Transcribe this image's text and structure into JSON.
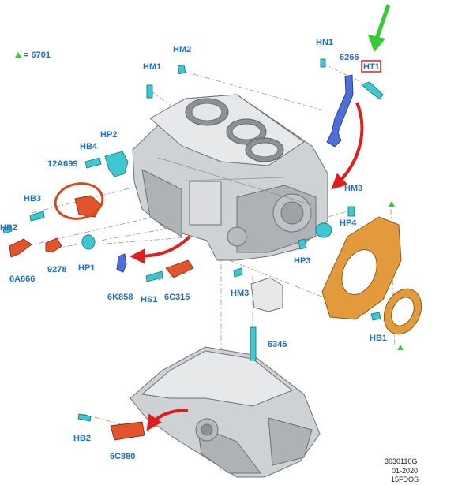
{
  "legend": {
    "marker": "triangle",
    "text": "= 6701",
    "color": "#33cc33"
  },
  "labels": {
    "hn1": "HN1",
    "p6266": "6266",
    "ht1": "HT1",
    "hm2": "HM2",
    "hm1": "HM1",
    "hp2": "HP2",
    "hb4": "HB4",
    "p12a699": "12A699",
    "hb3": "HB3",
    "hb2_top": "HB2",
    "p6a666": "6A666",
    "p9278": "9278",
    "hp1": "HP1",
    "p6k858": "6K858",
    "hs1": "HS1",
    "p6c315": "6C315",
    "hm3_left": "HM3",
    "hm3_right": "HM3",
    "hp4": "HP4",
    "hp3": "HP3",
    "p6345": "6345",
    "hb1": "HB1",
    "hb2_bottom": "HB2",
    "p6c880": "6C880"
  },
  "highlight": {
    "label": "HT1",
    "box_color": "#e01e1e"
  },
  "footer": {
    "code": "3030110G",
    "date": "01-2020",
    "model": "15FDOS"
  },
  "colors": {
    "label_blue": "#1e6fc8",
    "arrow_red": "#e01e1e",
    "arrow_green": "#33cc33",
    "part_cyan": "#3fc7cf",
    "part_red": "#e4542c",
    "part_orange": "#e29a3c",
    "part_blue": "#4f6fd6"
  }
}
